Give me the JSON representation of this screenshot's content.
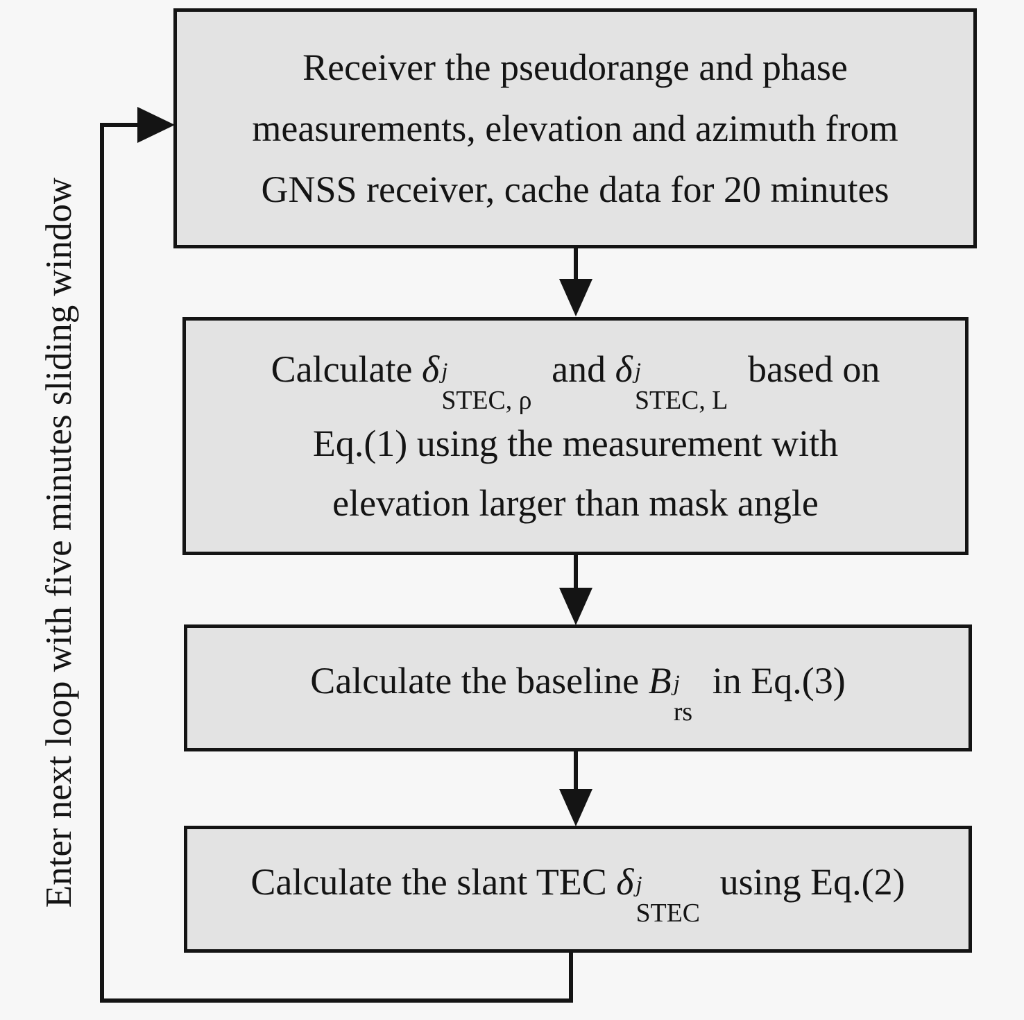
{
  "colors": {
    "background": "#f7f7f7",
    "box_fill": "#e3e3e3",
    "line": "#141414",
    "text": "#141414"
  },
  "loop_label": "Enter next loop with five minutes sliding window",
  "boxes": {
    "receive": {
      "lines": [
        "Receiver the pseudorange and phase",
        "measurements, elevation and azimuth from",
        "GNSS receiver, cache data for 20 minutes"
      ]
    },
    "calc_delta": {
      "prefix": "Calculate ",
      "f1": {
        "base": "δ",
        "sup": "j",
        "sub": "STEC, ρ"
      },
      "mid": " and ",
      "f2": {
        "base": "δ",
        "sup": "j",
        "sub": "STEC, L"
      },
      "suffix": " based on",
      "line2": "Eq.(1) using the measurement with",
      "line3": "elevation larger than mask angle"
    },
    "calc_baseline": {
      "prefix": "Calculate the baseline ",
      "f": {
        "base": "B",
        "sup": "j",
        "sub": "rs"
      },
      "suffix": " in Eq.(3)"
    },
    "calc_stec": {
      "prefix": "Calculate the slant TEC ",
      "f": {
        "base": "δ",
        "sup": "j",
        "sub": "STEC"
      },
      "suffix": " using Eq.(2)"
    }
  }
}
